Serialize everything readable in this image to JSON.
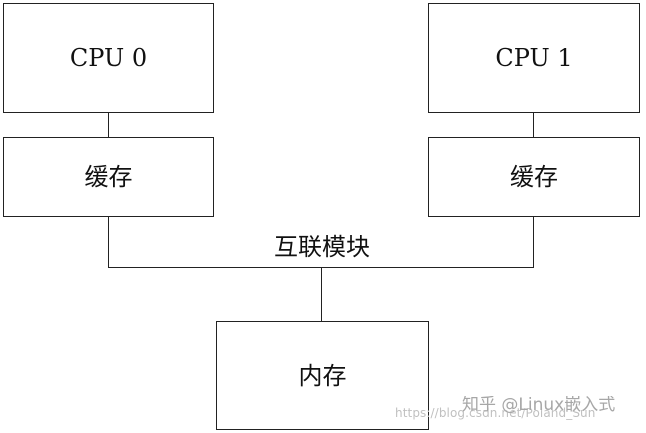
{
  "diagram": {
    "nodes": {
      "cpu0": "CPU 0",
      "cpu1": "CPU 1",
      "cache0": "缓存",
      "cache1": "缓存",
      "interconnect": "互联模块",
      "memory": "内存"
    },
    "watermark": {
      "url": "https://blog.csdn.net/Poland_Sun",
      "brand": "知乎 @Linux嵌入式"
    }
  }
}
